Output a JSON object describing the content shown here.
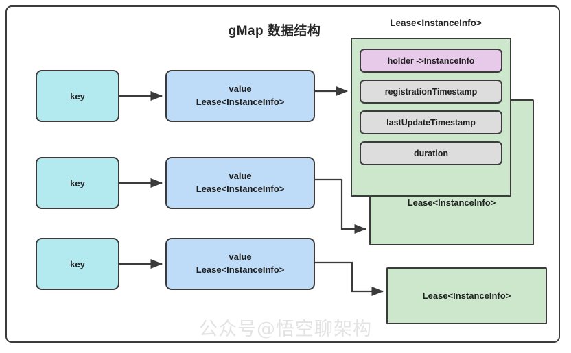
{
  "diagram": {
    "title": "gMap 数据结构",
    "lease_caption": "Lease<InstanceInfo>",
    "watermark": "公众号@悟空聊架构",
    "colors": {
      "key_fill": "#b2eaf0",
      "value_fill": "#bedcf7",
      "lease_fill": "#cde7cd",
      "holder_fill": "#e7c9ea",
      "field_fill": "#dddddd",
      "stroke": "#3b3b3b"
    },
    "rows": [
      {
        "key_label": "key",
        "value_line1": "value",
        "value_line2": "Lease<InstanceInfo>"
      },
      {
        "key_label": "key",
        "value_line1": "value",
        "value_line2": "Lease<InstanceInfo>"
      },
      {
        "key_label": "key",
        "value_line1": "value",
        "value_line2": "Lease<InstanceInfo>"
      }
    ],
    "lease_cards": [
      {
        "label": "Lease<InstanceInfo>",
        "fields": [
          {
            "label": "holder ->InstanceInfo",
            "kind": "holder"
          },
          {
            "label": "registrationTimestamp",
            "kind": "plain"
          },
          {
            "label": "lastUpdateTimestamp",
            "kind": "plain"
          },
          {
            "label": "duration",
            "kind": "plain"
          }
        ]
      },
      {
        "label": "Lease<InstanceInfo>",
        "fields": []
      },
      {
        "label": "Lease<InstanceInfo>",
        "fields": []
      }
    ]
  }
}
